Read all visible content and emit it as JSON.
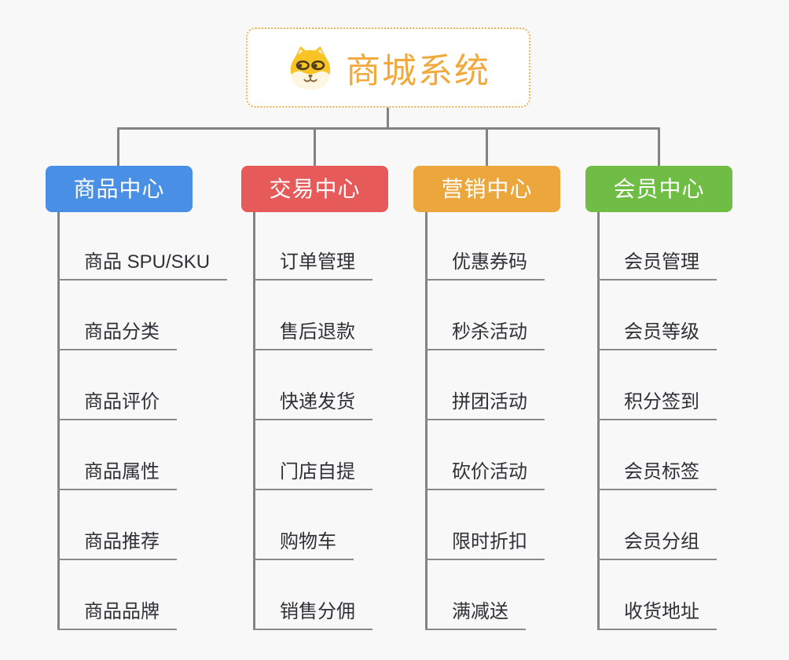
{
  "root": {
    "title": "商城系统",
    "icon": "dog-face-icon"
  },
  "colors": {
    "background": "#f8f8f8",
    "root_accent": "#f2a93c",
    "root_border": "#f6b052",
    "connector": "#828282",
    "leaf_text": "#2f3136",
    "leaf_underline": "#8a8a8a"
  },
  "branches": [
    {
      "label": "商品中心",
      "color": "#4a8fe6",
      "items": [
        "商品 SPU/SKU",
        "商品分类",
        "商品评价",
        "商品属性",
        "商品推荐",
        "商品品牌"
      ]
    },
    {
      "label": "交易中心",
      "color": "#e65a5a",
      "items": [
        "订单管理",
        "售后退款",
        "快递发货",
        "门店自提",
        "购物车",
        "销售分佣"
      ]
    },
    {
      "label": "营销中心",
      "color": "#eba73b",
      "items": [
        "优惠券码",
        "秒杀活动",
        "拼团活动",
        "砍价活动",
        "限时折扣",
        "满减送"
      ]
    },
    {
      "label": "会员中心",
      "color": "#6fbd44",
      "items": [
        "会员管理",
        "会员等级",
        "积分签到",
        "会员标签",
        "会员分组",
        "收货地址"
      ]
    }
  ]
}
